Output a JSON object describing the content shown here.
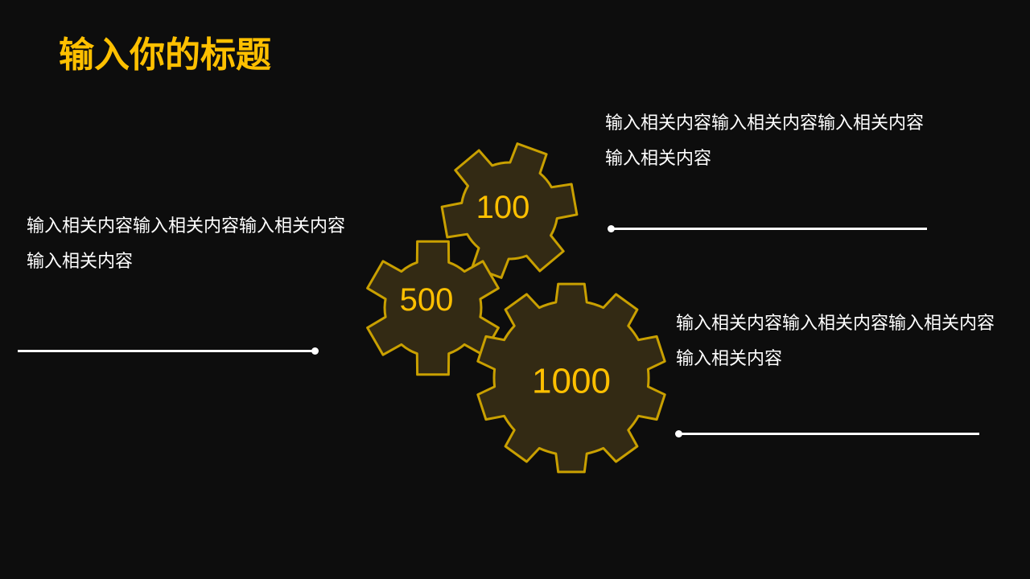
{
  "slide": {
    "title": "输入你的标题",
    "blocks": [
      {
        "line1": "输入相关内容输入相关内容输入相关内容",
        "line2": "输入相关内容"
      },
      {
        "line1": "输入相关内容输入相关内容输入相关内容",
        "line2": "输入相关内容"
      },
      {
        "line1": "输入相关内容输入相关内容输入相关内容",
        "line2": "输入相关内容"
      }
    ],
    "gears": [
      {
        "label": "100"
      },
      {
        "label": "500"
      },
      {
        "label": "1000"
      }
    ]
  },
  "colors": {
    "accent": "#ffc000",
    "gear_fill": "#332a14",
    "gear_stroke": "#c9a000",
    "background": "#0d0d0d"
  }
}
